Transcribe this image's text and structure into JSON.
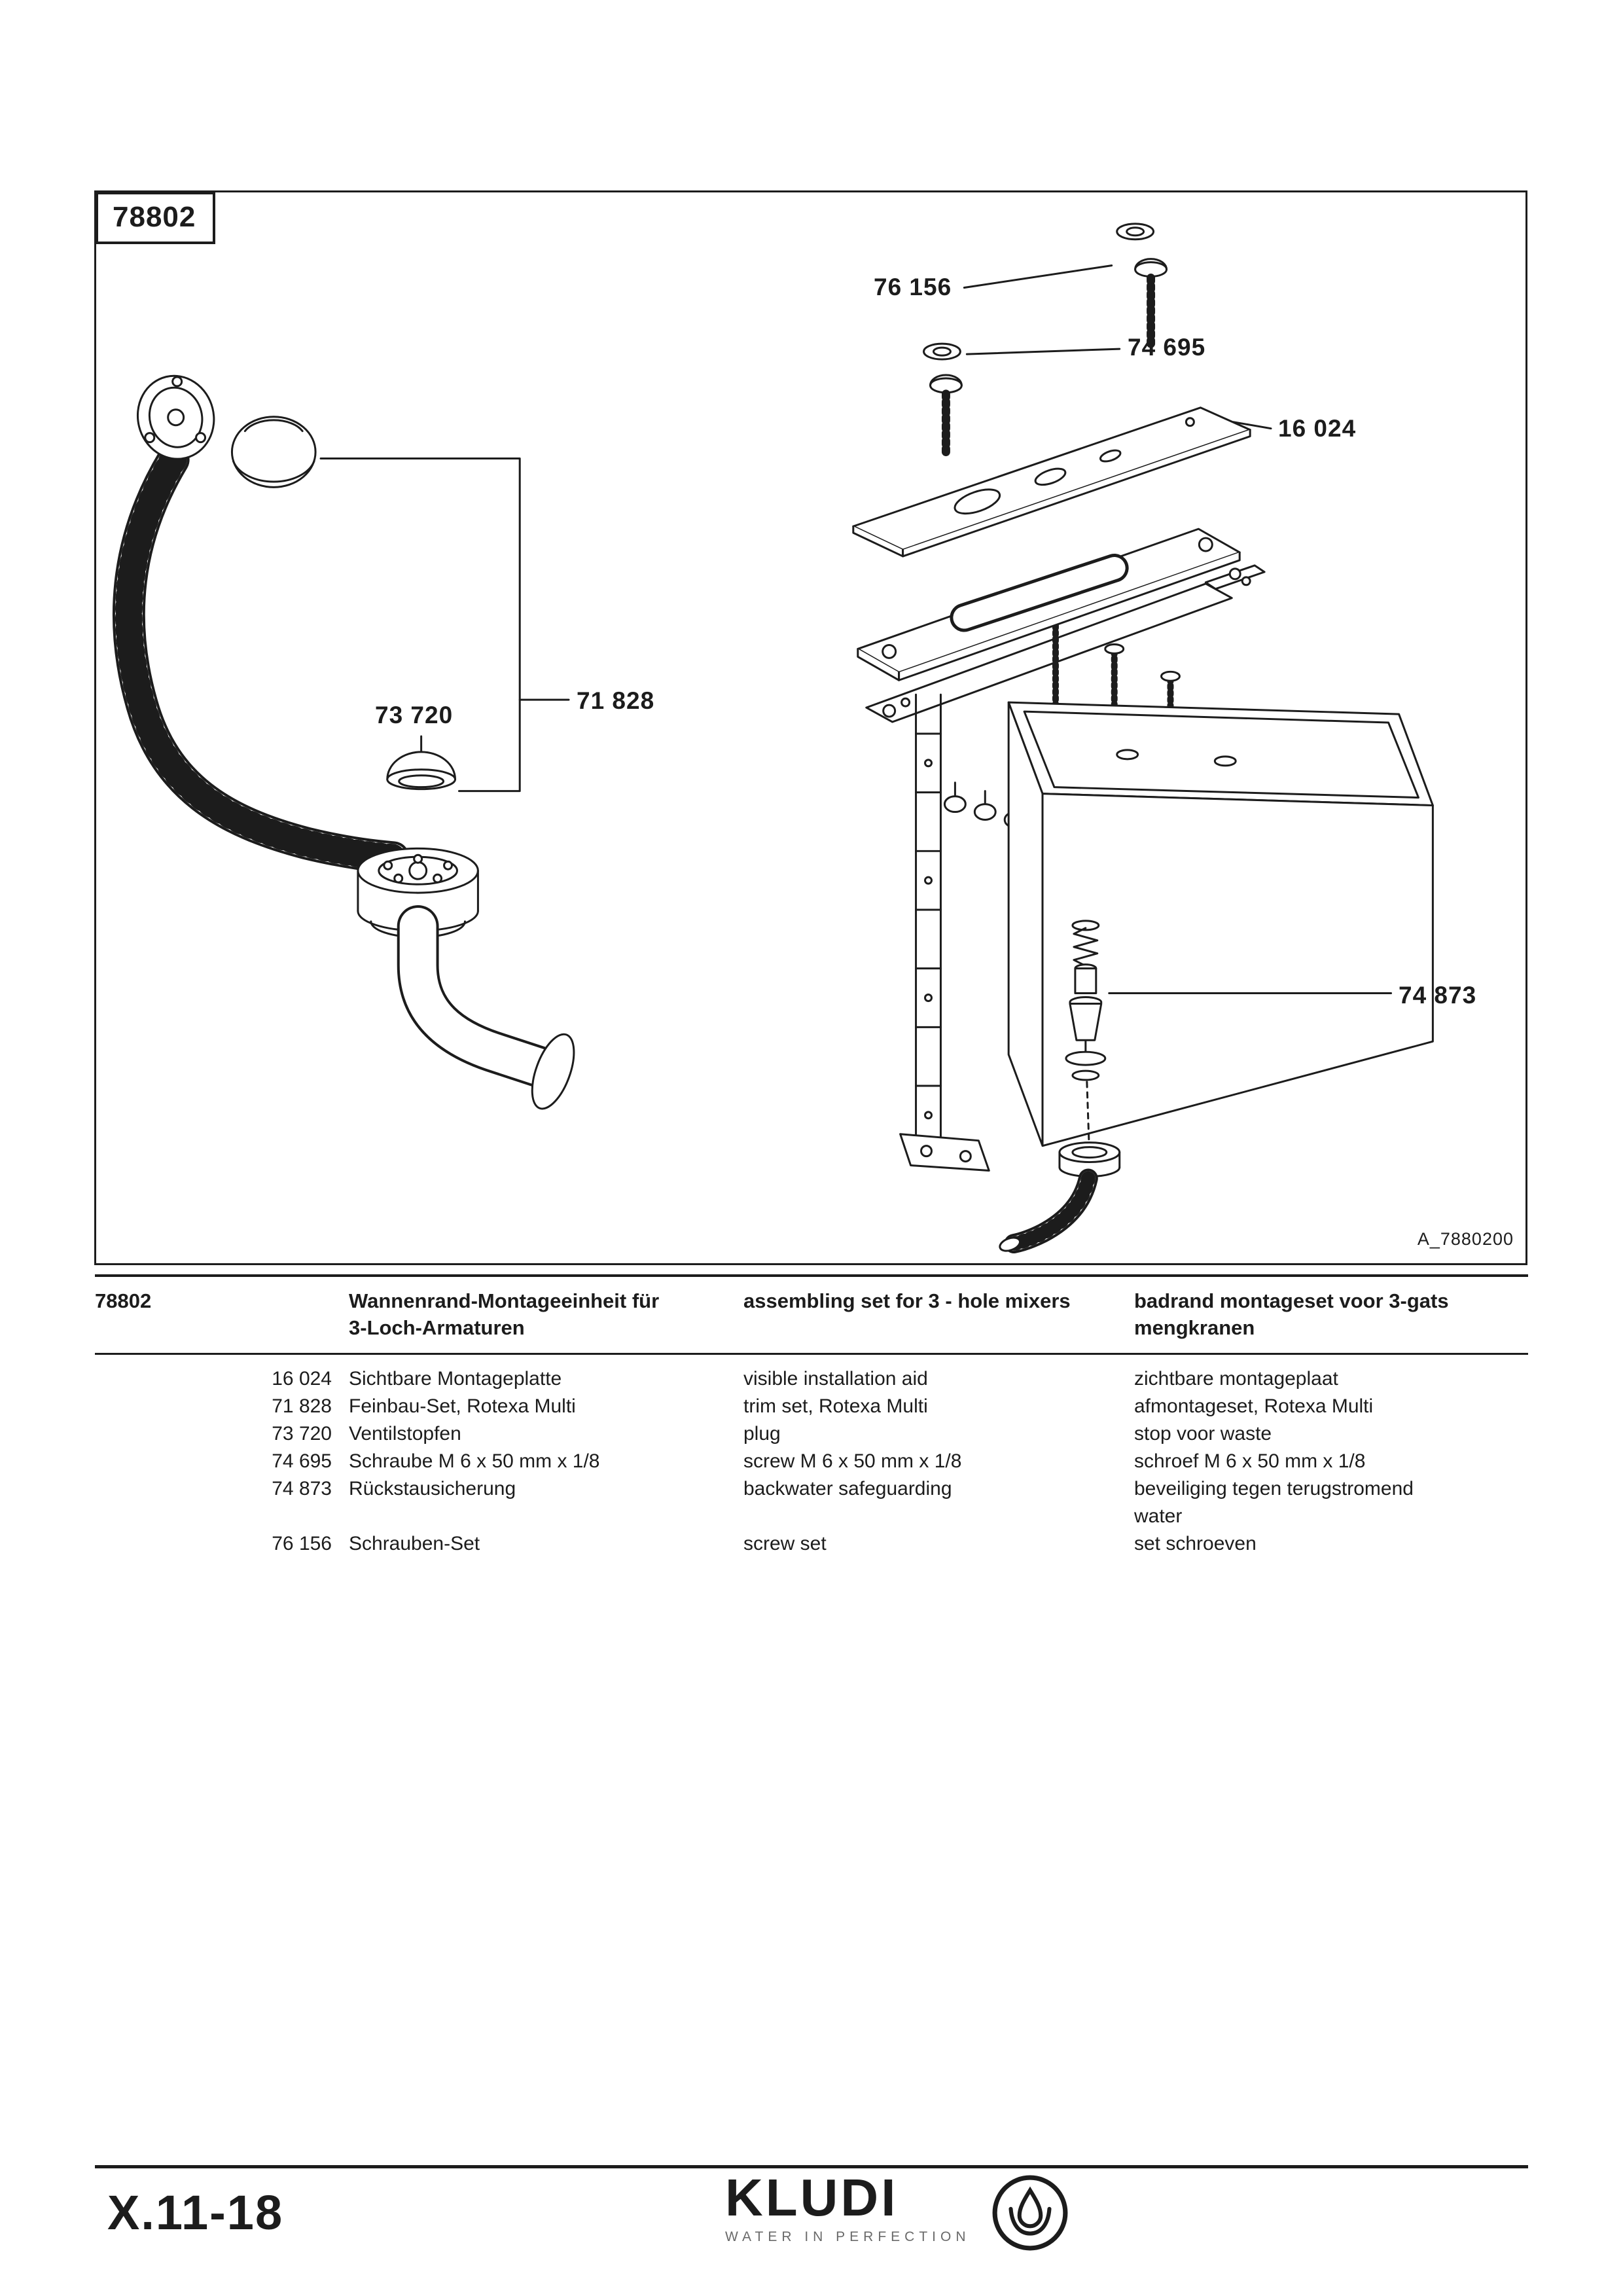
{
  "page": {
    "code": "78802",
    "figure_ref": "A_7880200",
    "page_number": "X.11-18"
  },
  "brand": {
    "name": "KLUDI",
    "tagline": "WATER IN PERFECTION"
  },
  "diagram": {
    "labels": {
      "l76156": "76 156",
      "l74695": "74 695",
      "l16024": "16 024",
      "l71828": "71 828",
      "l73720": "73 720",
      "l74873": "74 873"
    }
  },
  "table": {
    "code": "78802",
    "headers": {
      "de": "Wannenrand-Montageeinheit für\n3-Loch-Armaturen",
      "en": "assembling set for 3 - hole mixers",
      "nl": "badrand montageset voor 3-gats\nmengkranen"
    },
    "rows": [
      {
        "num": "16 024",
        "de": "Sichtbare Montageplatte",
        "en": "visible installation aid",
        "nl": "zichtbare montageplaat"
      },
      {
        "num": "71 828",
        "de": "Feinbau-Set, Rotexa Multi",
        "en": "trim set, Rotexa Multi",
        "nl": "afmontageset, Rotexa Multi"
      },
      {
        "num": "73 720",
        "de": "Ventilstopfen",
        "en": "plug",
        "nl": "stop voor waste"
      },
      {
        "num": "74 695",
        "de": "Schraube M 6 x 50 mm x 1/8",
        "en": "screw M 6 x 50 mm x 1/8",
        "nl": "schroef M 6 x 50 mm x 1/8"
      },
      {
        "num": "74 873",
        "de": "Rückstausicherung",
        "en": "backwater safeguarding",
        "nl": "beveiliging tegen terugstromend\nwater"
      },
      {
        "num": "76 156",
        "de": "Schrauben-Set",
        "en": "screw set",
        "nl": "set schroeven"
      }
    ]
  }
}
